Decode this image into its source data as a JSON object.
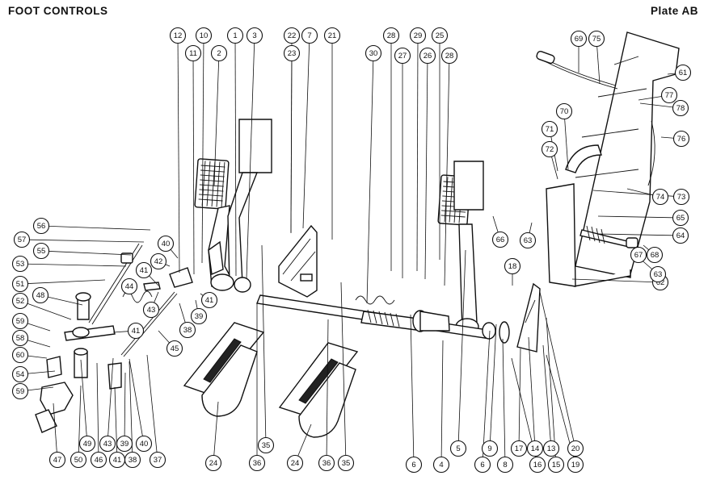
{
  "header": {
    "title": "FOOT  CONTROLS",
    "plate": "Plate AB"
  },
  "callouts": [
    "12",
    "10",
    "1",
    "3",
    "22",
    "7",
    "21",
    "28",
    "29",
    "25",
    "11",
    "2",
    "23",
    "30",
    "27",
    "26",
    "28",
    "69",
    "75",
    "61",
    "77",
    "78",
    "70",
    "71",
    "72",
    "76",
    "74",
    "73",
    "65",
    "64",
    "63",
    "62",
    "67",
    "68",
    "66",
    "63",
    "18",
    "20",
    "19",
    "13",
    "15",
    "17",
    "16",
    "14",
    "9",
    "8",
    "6",
    "5",
    "4",
    "6",
    "56",
    "57",
    "55",
    "53",
    "51",
    "48",
    "52",
    "59",
    "58",
    "60",
    "54",
    "59",
    "47",
    "50",
    "49",
    "46",
    "43",
    "41",
    "39",
    "38",
    "40",
    "37",
    "42",
    "40",
    "41",
    "44",
    "43",
    "45",
    "41",
    "38",
    "39",
    "41",
    "35",
    "36",
    "24",
    "36",
    "24",
    "35"
  ]
}
